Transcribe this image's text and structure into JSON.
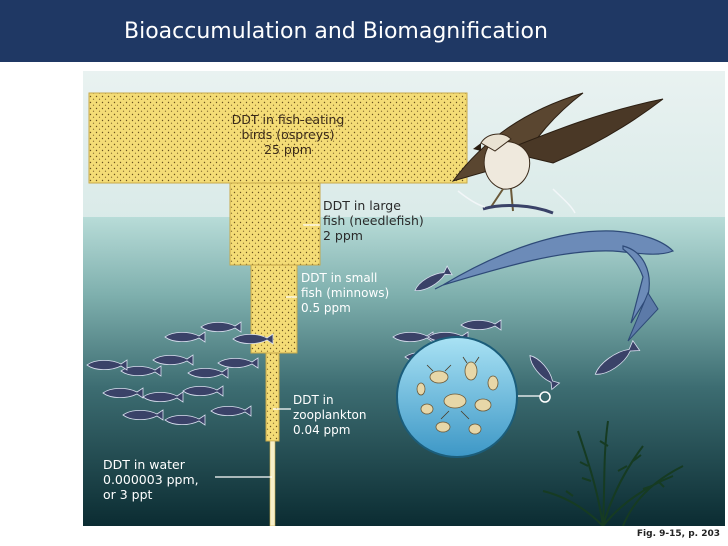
{
  "slide": {
    "title": "Bioaccumulation and Biomagnification",
    "caption": "Fig. 9-15, p. 203"
  },
  "colors": {
    "title_bar": "#1f3864",
    "pyramid_fill": "#f3dc78",
    "sky": "#e2efee",
    "water_top": "#b6dad6",
    "water_deep": "#0c3136"
  },
  "levels": [
    {
      "line1": "DDT in fish-eating",
      "line2": "birds (ospreys)",
      "line3": "25 ppm",
      "ppm": 25
    },
    {
      "line1": "DDT in large",
      "line2": "fish (needlefish)",
      "line3": "2 ppm",
      "ppm": 2
    },
    {
      "line1": "DDT in small",
      "line2": "fish (minnows)",
      "line3": "0.5 ppm",
      "ppm": 0.5
    },
    {
      "line1": "DDT in",
      "line2": "zooplankton",
      "line3": "0.04 ppm",
      "ppm": 0.04
    },
    {
      "line1": "DDT in water",
      "line2": "0.000003 ppm,",
      "line3": "or 3 ppt",
      "ppm": 3e-06
    }
  ]
}
